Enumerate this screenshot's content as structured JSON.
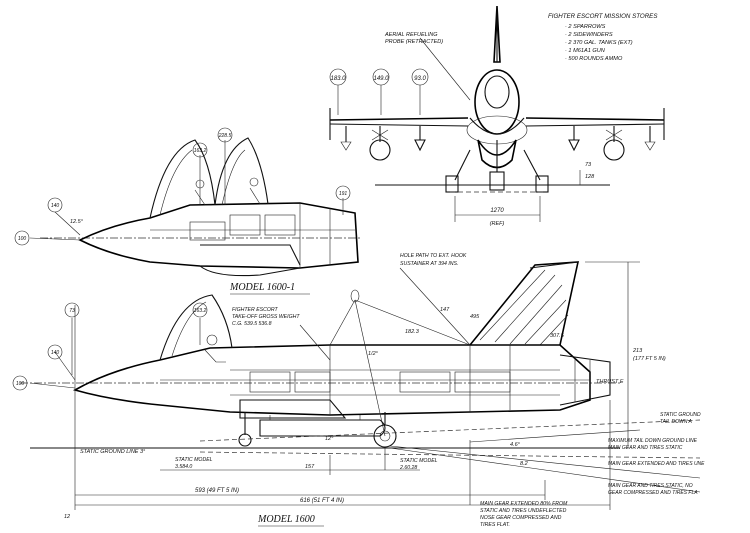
{
  "views": {
    "front": {
      "loadout_title": "FIGHTER ESCORT MISSION STORES",
      "loadout_items": [
        "· 2 SPARROWS",
        "· 2 SIDEWINDERS",
        "· 2  370 GAL. TANKS (EXT)",
        "· 1  M61A1 GUN",
        "· 500  ROUNDS AMMO"
      ],
      "probe_note_1": "AERIAL REFUELING",
      "probe_note_2": "PROBE (RETRACTED)",
      "station_tags": [
        "183.0",
        "149.0",
        "93.0"
      ],
      "dim_a": "73",
      "dim_b": "128",
      "span_dim": "1270",
      "span_ref": "(REF)"
    },
    "model_1600_1": {
      "label": "MODEL 1600-1",
      "tags": [
        "163.2",
        "228.5",
        "140",
        "100",
        "191"
      ],
      "angle": "12.5°"
    },
    "model_1600": {
      "label": "MODEL 1600",
      "tags": [
        "163.2",
        "140",
        "100",
        "73"
      ],
      "seat_note_1": "FIGHTER ESCORT",
      "seat_note_2": "TAKE-OFF GROSS WEIGHT",
      "seat_note_3": "C.G. 539.5  536.8",
      "hole_note_1": "HOLE PATH TO EXT. HOOK",
      "hole_note_2": "SUSTAINER AT 394 INS.",
      "dims": [
        "147",
        "182.3",
        "495",
        "1/2°",
        "8.2",
        "12°",
        "157",
        "4.6°",
        "307.5",
        "213",
        "(177 FT 5 IN)"
      ],
      "thrust_tag": "THRUST  E",
      "static_line": "STATIC GROUND LINE  3°",
      "static_model_1": "STATIC MODEL",
      "static_model_1b": "3.584.0",
      "static_model_2": "STATIC MODEL",
      "static_model_2b": "2.60.28",
      "dim_593": "593  (49 FT 5 IN)",
      "dim_616": "616  (51 FT 4 IN)",
      "dim_12": "12",
      "gear_note": [
        "MAIN GEAR EXTENDED 80% FROM",
        "STATIC AND TIRES UNDEFLECTED",
        "NOSE GEAR COMPRESSED AND",
        "TIRES FLAT."
      ],
      "right_notes": [
        "STATIC GROUND",
        "TAIL DOWN A",
        "MAXIMUM TAIL DOWN GROUND LINE",
        "MAIN GEAR AND TIRES STATIC",
        "MAIN GEAR EXTENDED AND TIRES UNE",
        "MAIN GEAR AND TIRES STATIC, NO",
        "GEAR COMPRESSED AND TIRES FLA"
      ]
    }
  }
}
